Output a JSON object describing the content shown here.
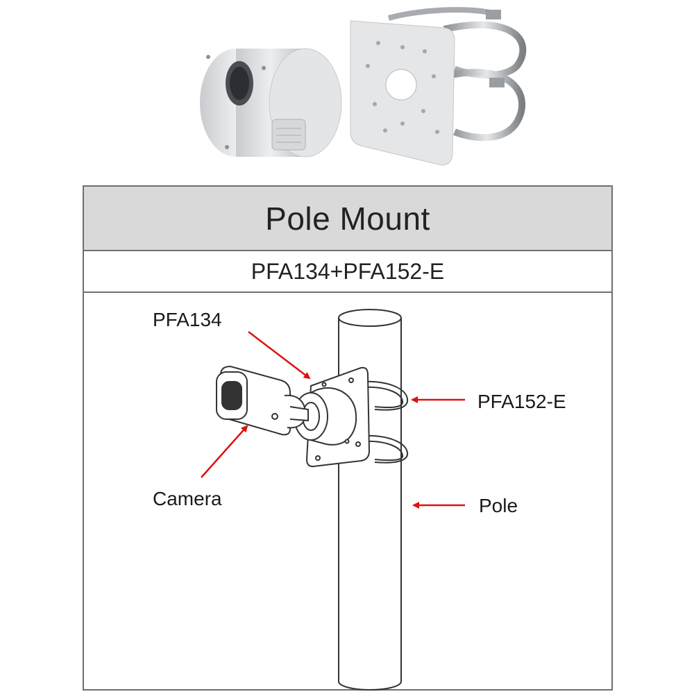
{
  "header": {
    "title": "Pole Mount",
    "model": "PFA134+PFA152-E"
  },
  "labels": {
    "pfa134": "PFA134",
    "pfa152e": "PFA152-E",
    "camera": "Camera",
    "pole": "Pole"
  },
  "colors": {
    "arrow": "#e01010",
    "table_border": "#6e6e6e",
    "title_bg": "#d9d9d9"
  },
  "photos": [
    "junction-box-photo",
    "pole-mount-bracket-photo"
  ]
}
